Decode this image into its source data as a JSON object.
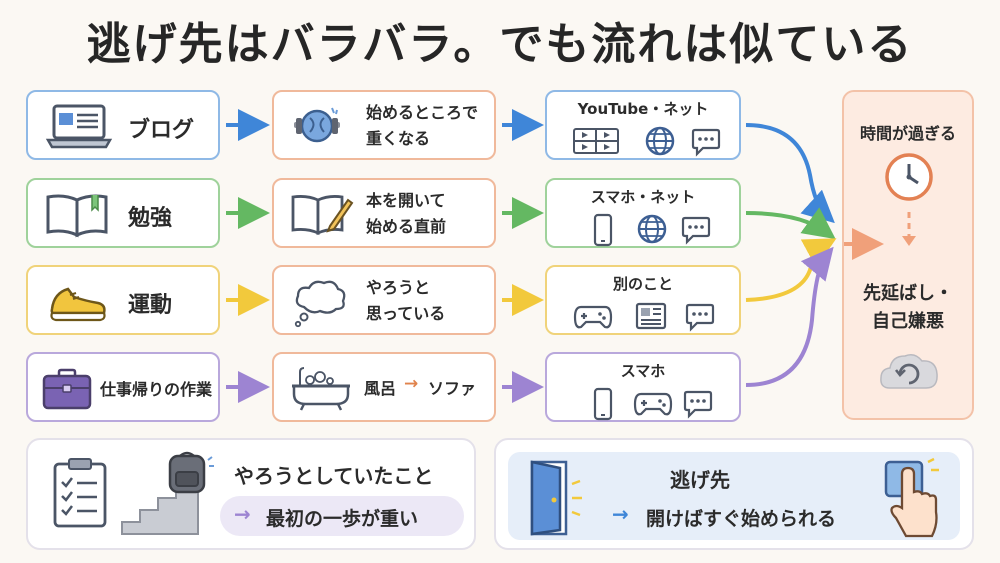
{
  "title": "逃げ先はバラバラ。でも流れは似ている",
  "rows": [
    {
      "situation": "ブログ",
      "trigger_line1": "始めるところで",
      "trigger_line2": "重くなる",
      "escape": "YouTube・ネット",
      "color": "#3f86d8"
    },
    {
      "situation": "勉強",
      "trigger_line1": "本を開いて",
      "trigger_line2": "始める直前",
      "escape": "スマホ・ネット",
      "color": "#64b862"
    },
    {
      "situation": "運動",
      "trigger_line1": "やろうと",
      "trigger_line2": "思っている",
      "escape": "別のこと",
      "color": "#f2c93c"
    },
    {
      "situation": "仕事帰りの作業",
      "trigger_a": "風呂",
      "trigger_arrow": "→",
      "trigger_b": "ソファ",
      "escape": "スマホ",
      "color": "#9d84d2"
    }
  ],
  "result": {
    "title": "時間が過ぎる",
    "line1": "先延ばし・",
    "line2": "自己嫌悪",
    "accent": "#f0a07a"
  },
  "bottom_left": {
    "heading": "やろうとしていたこと",
    "pill_text": "最初の一歩が重い"
  },
  "bottom_right": {
    "heading": "逃げ先",
    "pill_text": "開けばすぐ始められる"
  },
  "icons": [
    "laptop-icon",
    "book-icon",
    "sneaker-icon",
    "briefcase-icon",
    "brain-weight-icon",
    "book-pencil-icon",
    "thought-cloud-icon",
    "bathtub-icon",
    "video-grid-icon",
    "globe-icon",
    "chat-bubble-icon",
    "phone-icon",
    "gamepad-icon",
    "news-icon",
    "clock-icon",
    "refresh-cloud-icon",
    "clipboard-icon",
    "stairs-backpack-icon",
    "door-icon",
    "tap-hand-icon"
  ]
}
